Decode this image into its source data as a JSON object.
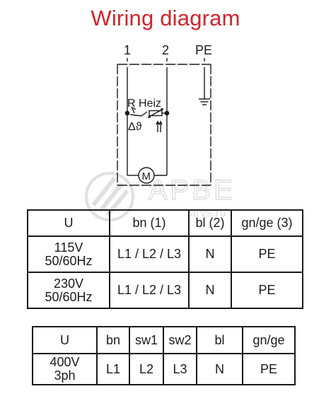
{
  "title": "Wiring diagram",
  "diagram": {
    "terminals": [
      "1",
      "2",
      "PE"
    ],
    "heater_label": "R Heiz",
    "delta_label": "Δϑ",
    "motor_symbol": "M"
  },
  "watermark": {
    "brand": "APBE",
    "domain": "arvs.ru"
  },
  "table1": {
    "headers": [
      "U",
      "bn (1)",
      "bl (2)",
      "gn/ge (3)"
    ],
    "rows": [
      {
        "voltage": [
          "115V",
          "50/60Hz"
        ],
        "bn": "L1 / L2 / L3",
        "bl": "N",
        "gnge": "PE"
      },
      {
        "voltage": [
          "230V",
          "50/60Hz"
        ],
        "bn": "L1 / L2 / L3",
        "bl": "N",
        "gnge": "PE"
      }
    ]
  },
  "table2": {
    "headers": [
      "U",
      "bn",
      "sw1",
      "sw2",
      "bl",
      "gn/ge"
    ],
    "rows": [
      {
        "voltage": [
          "400V",
          "3ph"
        ],
        "bn": "L1",
        "sw1": "L2",
        "sw2": "L3",
        "bl": "N",
        "gnge": "PE"
      }
    ]
  },
  "colors": {
    "title": "#d2232a",
    "line": "#1a1a1a",
    "watermark": "#c8c8c8"
  }
}
